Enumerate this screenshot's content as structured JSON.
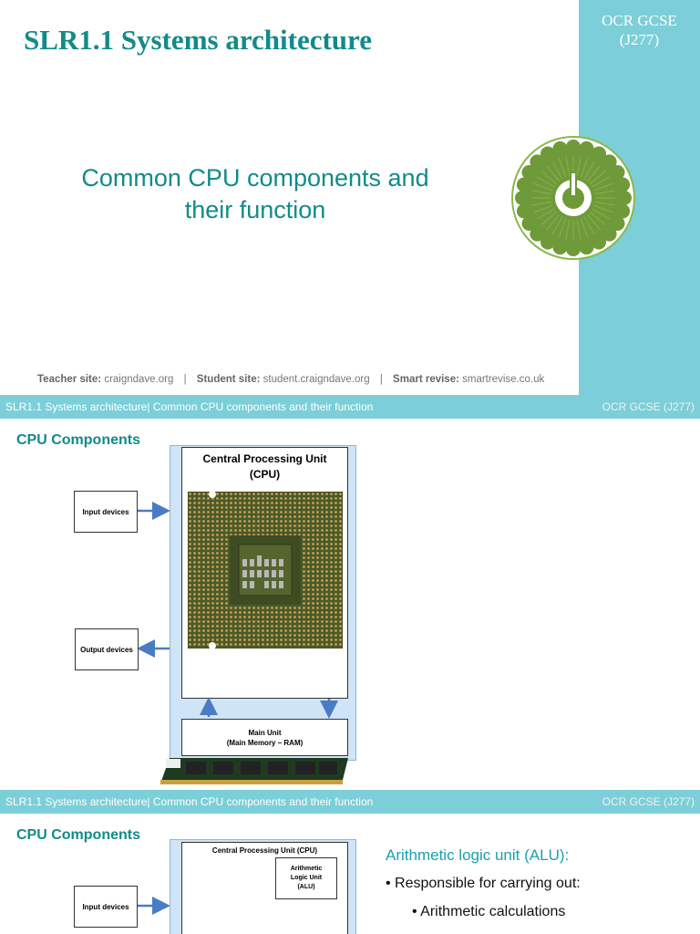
{
  "slide1": {
    "badge_line1": "OCR GCSE",
    "badge_line2": "(J277)",
    "title": "SLR1.1 Systems architecture",
    "subtitle_line1": "Common CPU components and",
    "subtitle_line2": "their function",
    "footer": {
      "teacher_label": "Teacher site:",
      "teacher_value": "craigndave.org",
      "student_label": "Student site:",
      "student_value": "student.craigndave.org",
      "smart_label": "Smart revise:",
      "smart_value": "smartrevise.co.uk",
      "separator": "|"
    },
    "logo_icon": "power-icon"
  },
  "slide2": {
    "header_left": "SLR1.1 Systems architecture| Common CPU components and their function",
    "header_right": "OCR GCSE (J277)",
    "heading": "CPU Components",
    "cpu_label_line1": "Central Processing Unit",
    "cpu_label_line2": "(CPU)",
    "input_devices": "Input devices",
    "output_devices": "Output devices",
    "main_unit_line1": "Main Unit",
    "main_unit_line2": "(Main Memory – RAM)"
  },
  "slide3": {
    "header_left": "SLR1.1 Systems architecture| Common CPU components and their function",
    "header_right": "OCR GCSE (J277)",
    "heading": "CPU Components",
    "cpu_label": "Central Processing Unit (CPU)",
    "alu_line1": "Arithmetic",
    "alu_line2": "Logic Unit",
    "alu_line3": "(ALU)",
    "input_devices": "Input devices",
    "alu_title": "Arithmetic logic unit (ALU):",
    "bullet1": "• Responsible for carrying out:",
    "bullet2": "• Arithmetic calculations"
  },
  "colors": {
    "teal_bar": "#7ccfd8",
    "teal_text": "#128a8a",
    "cpu_blue": "#cfe4f7",
    "arrow": "#4a7cc4"
  }
}
